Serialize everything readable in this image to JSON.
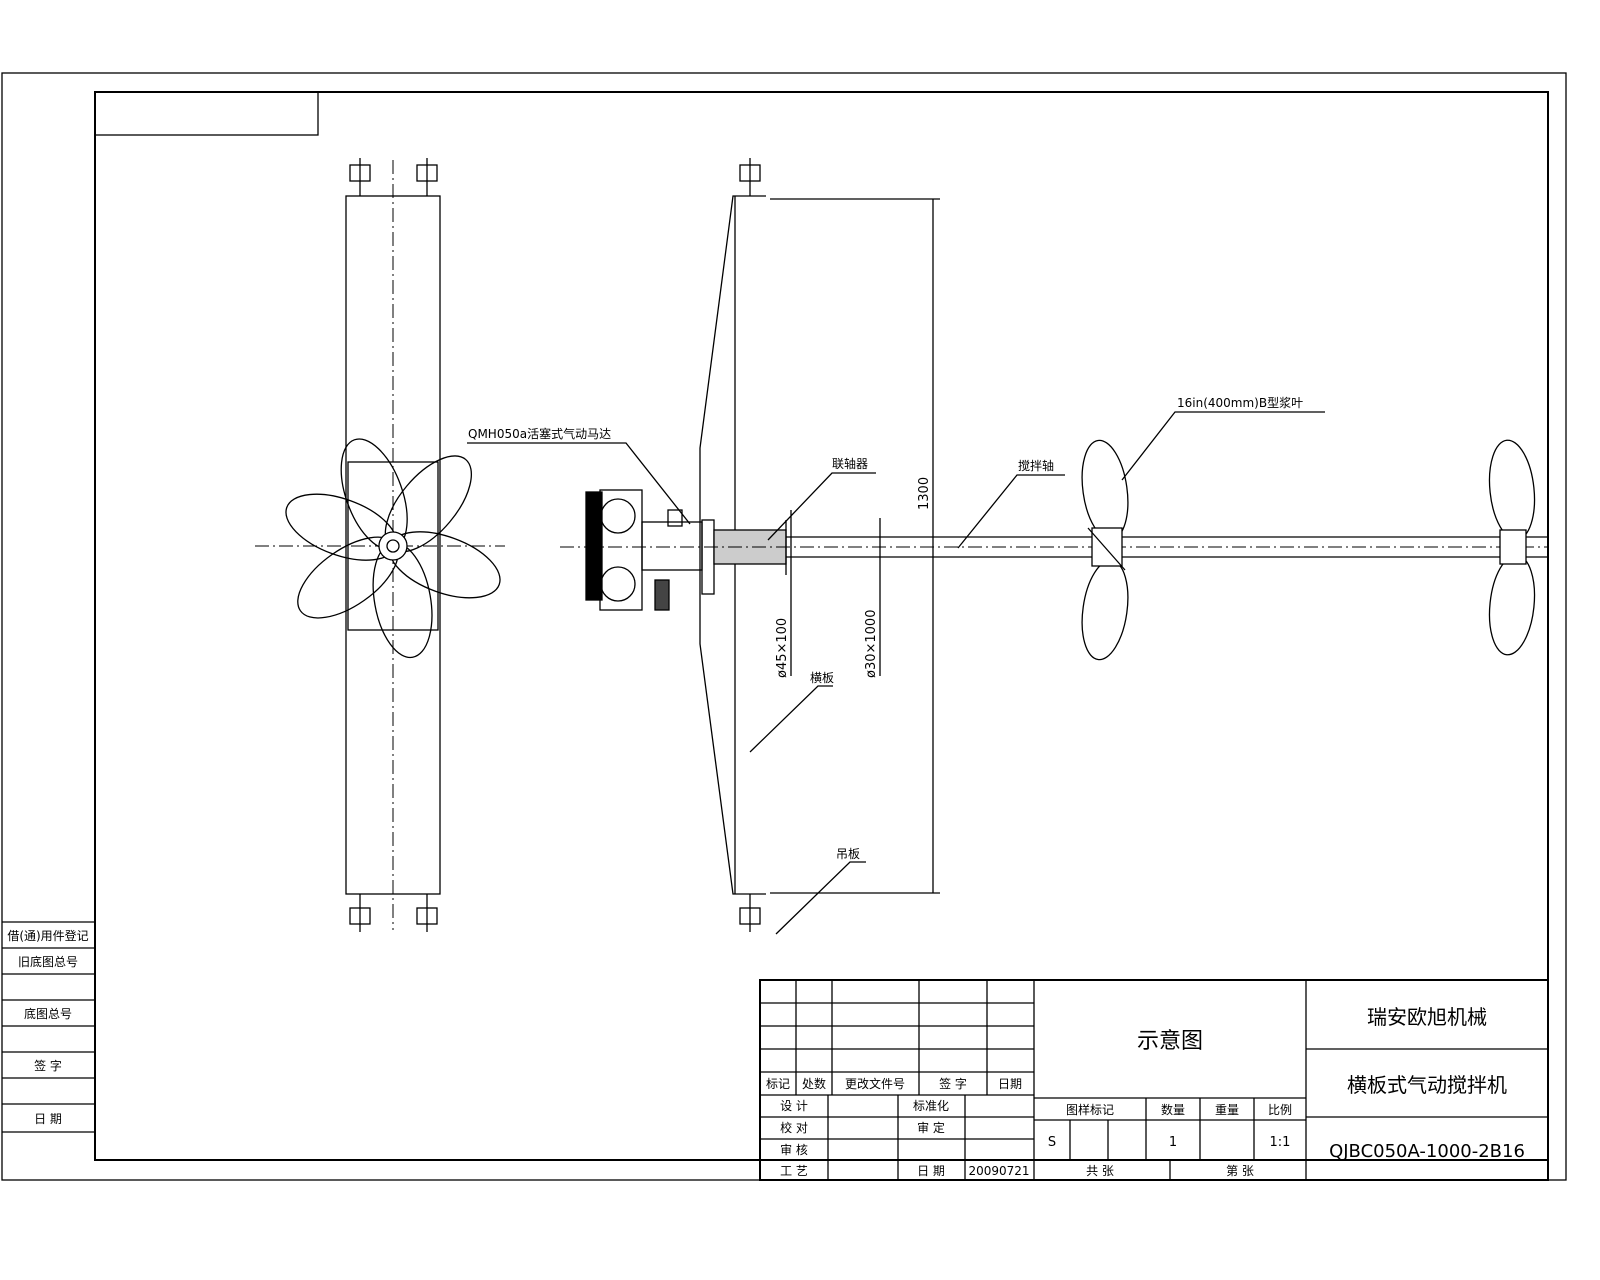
{
  "drawing": {
    "labels": {
      "motor": "QMH050a活塞式气动马达",
      "coupling": "联轴器",
      "shaft": "搅拌轴",
      "impeller": "16in(400mm)B型浆叶",
      "height_dim": "1300",
      "coupling_dim": "ø45×100",
      "shaft_dim": "ø30×1000",
      "plate": "横板",
      "hanging_plate": "吊板"
    }
  },
  "left_strip": [
    "借(通)用件登记",
    "旧底图总号",
    "底图总号",
    "签 字",
    "日 期"
  ],
  "title_block": {
    "revision_headers": [
      "标记",
      "处数",
      "更改文件号",
      "签 字",
      "日期"
    ],
    "sign_rows": [
      {
        "role": "设 计",
        "role2": "标准化"
      },
      {
        "role": "校 对",
        "role2": "审 定"
      },
      {
        "role": "审 核",
        "role2": ""
      },
      {
        "role": "工 艺",
        "role2": "日 期",
        "date": "20090721"
      }
    ],
    "drawing_type": "示意图",
    "attr_headers": [
      "图样标记",
      "数量",
      "重量",
      "比例"
    ],
    "attr_values": {
      "mark": "S",
      "quantity": "1",
      "weight": "",
      "scale": "1:1"
    },
    "sheets": {
      "total": "共 张",
      "sheet": "第 张"
    },
    "company": "瑞安欧旭机械",
    "product": "横板式气动搅拌机",
    "drawing_number": "QJBC050A-1000-2B16"
  }
}
